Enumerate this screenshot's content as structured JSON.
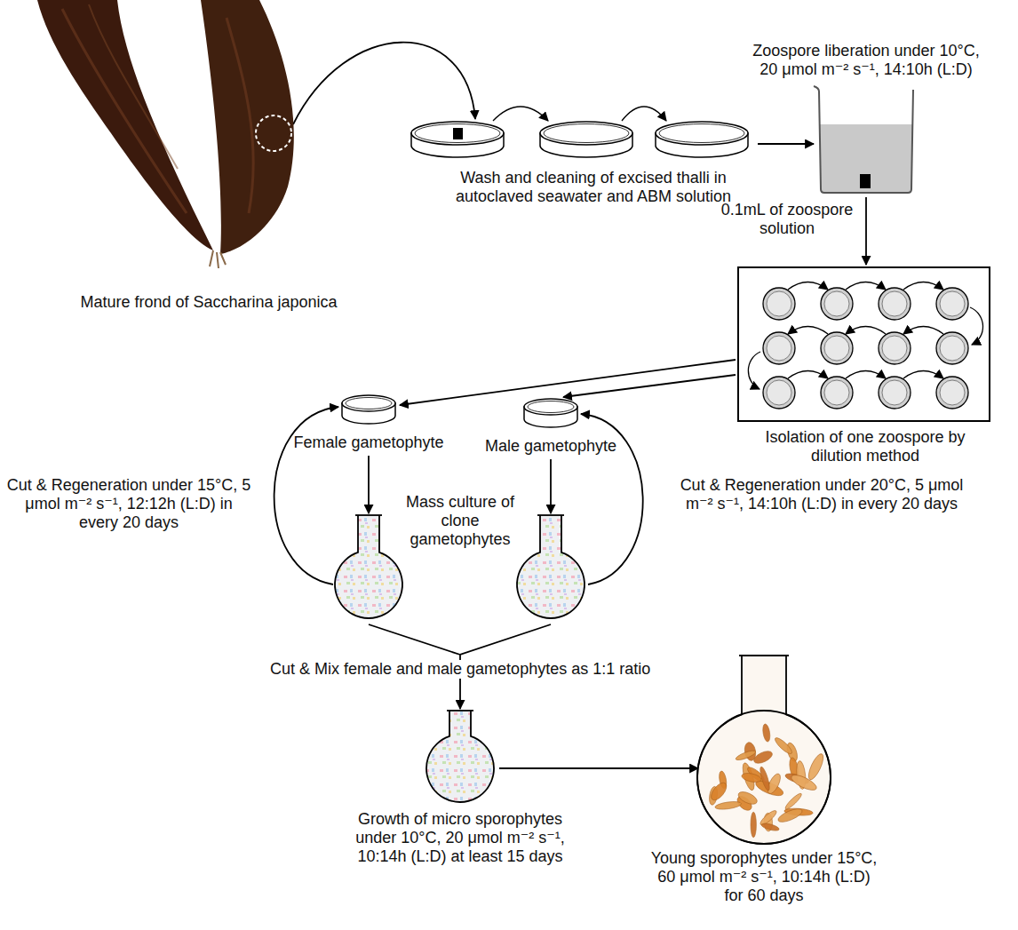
{
  "diagram": {
    "nodes": [
      {
        "text": [
          "Mature frond of Saccharina japonica"
        ]
      },
      {
        "text": [
          "Wash and cleaning of excised thalli in autoclaved seawater and ABM solution"
        ]
      },
      {
        "text": [
          "Zoospore liberation under 10°C, 20 μmol m⁻² s⁻¹, 14:10h (L:D)"
        ]
      },
      {
        "text": [
          "Isolation of one zoospore by dilution method"
        ]
      },
      {
        "text": [
          "Female gametophyte"
        ]
      },
      {
        "text": [
          "Male gametophyte"
        ]
      },
      {
        "text": [
          "Mass culture of clone gametophytes"
        ]
      },
      {
        "text": [
          "Growth of micro sporophytes under 10°C, 20 μmol m⁻² s⁻¹, 10:14h (L:D) at least 15 days"
        ]
      },
      {
        "text": [
          "Young sporophytes under 15°C, 60 μmol m⁻² s⁻¹, 10:14h (L:D) for 60 days"
        ]
      }
    ],
    "edges": [
      {
        "from": 0,
        "to": 1,
        "arrow": "to"
      },
      {
        "from": 1,
        "to": 2,
        "arrow": "to"
      },
      {
        "from": 2,
        "to": 3,
        "label": "0.1mL of zoospore solution",
        "arrow": "to"
      },
      {
        "from": 3,
        "to": 4,
        "arrow": "to"
      },
      {
        "from": 3,
        "to": 5,
        "arrow": "to"
      },
      {
        "from": 4,
        "to": 6,
        "arrow": "to"
      },
      {
        "from": 5,
        "to": 6,
        "arrow": "to"
      },
      {
        "from": 6,
        "to": 4,
        "label": "Cut & Regeneration under 15°C, 5 μmol m⁻² s⁻¹, 12:12h (L:D) in every 20 days",
        "arrow": "to"
      },
      {
        "from": 6,
        "to": 5,
        "label": "Cut & Regeneration under 20°C, 5 μmol m⁻² s⁻¹, 14:10h (L:D) in every 20 days",
        "arrow": "to"
      },
      {
        "from": 6,
        "to": 7,
        "label": "Cut & Mix female and male gametophytes as 1:1 ratio",
        "arrow": "to"
      },
      {
        "from": 7,
        "to": 8,
        "arrow": "to"
      }
    ]
  }
}
